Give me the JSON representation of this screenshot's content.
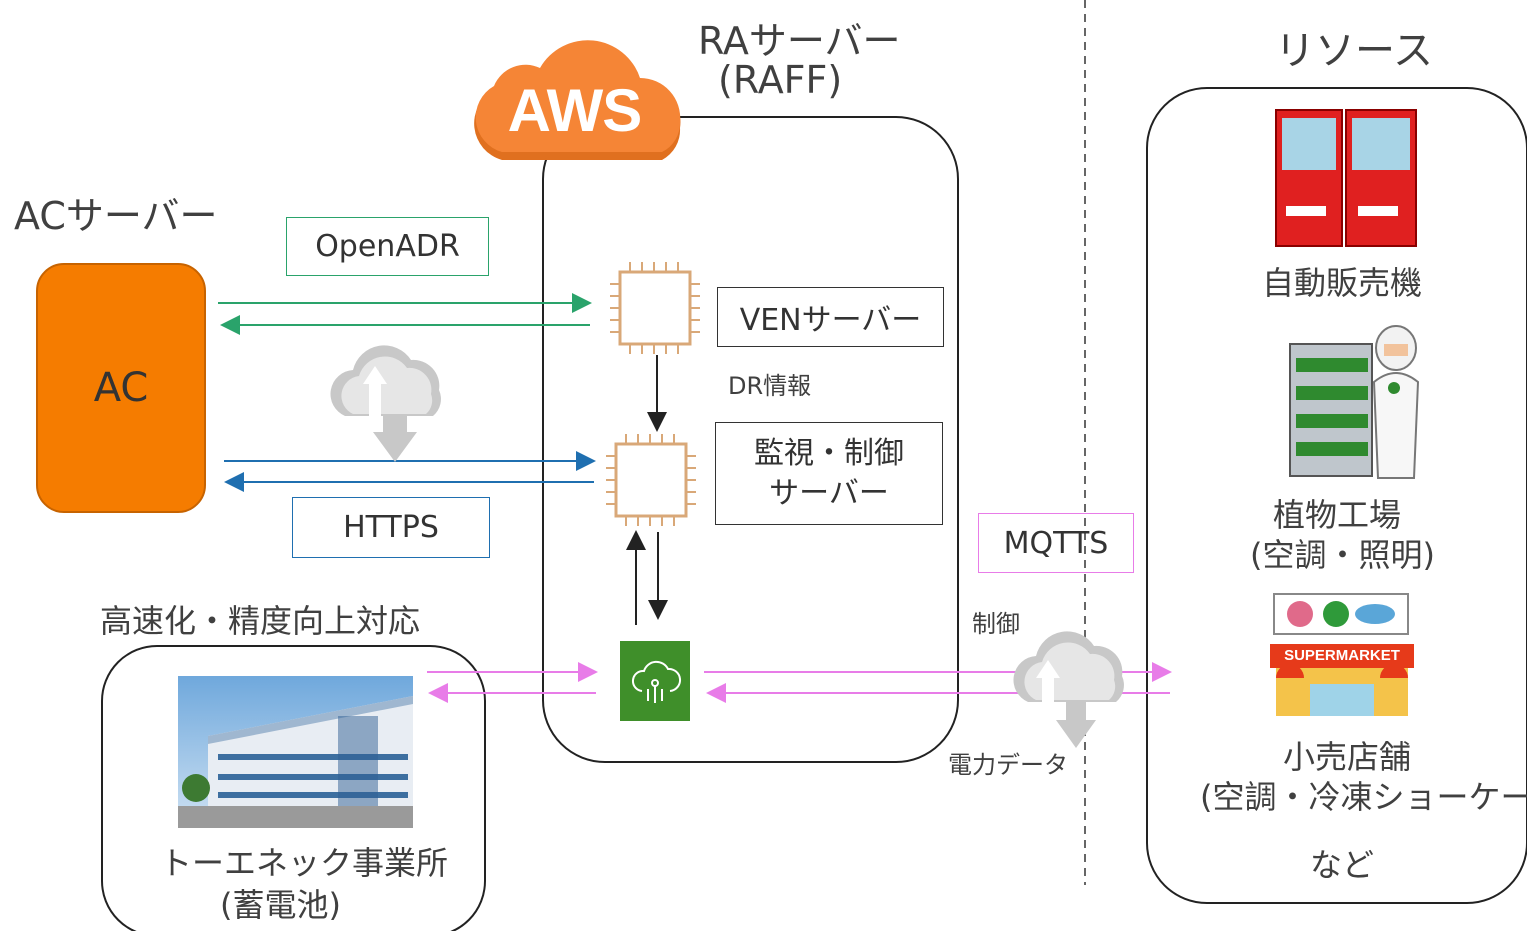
{
  "aws": {
    "logo_text": "AWS"
  },
  "ra_server": {
    "title_line1": "RAサーバー",
    "title_line2": "(RAFF)"
  },
  "ac_server": {
    "title": "ACサーバー",
    "box_label": "AC"
  },
  "resources": {
    "title": "リソース",
    "items": [
      {
        "label_line1": "自動販売機"
      },
      {
        "label_line1": "植物工場",
        "label_line2": "(空調・照明)"
      },
      {
        "label_line1": "小売店舗",
        "label_line2": "(空調・冷凍ショーケース)",
        "sign_text": "SUPERMARKET"
      }
    ],
    "etc": "など"
  },
  "protocols": {
    "openadr": "OpenADR",
    "https": "HTTPS",
    "mqtts": "MQTTS"
  },
  "components": {
    "ven_server": "VENサーバー",
    "monitor_line1": "監視・制御",
    "monitor_line2": "サーバー"
  },
  "flows": {
    "dr_info": "DR情報",
    "control": "制御",
    "power_data": "電力データ"
  },
  "site": {
    "heading": "高速化・精度向上対応",
    "name_line1": "トーエネック事業所",
    "name_line2": "(蓄電池)"
  },
  "colors": {
    "aws_orange": "#f58536",
    "ac_orange": "#f57c00",
    "openadr_green": "#2aa36b",
    "https_blue": "#1f6fb0",
    "mqtts_pink": "#e87ce8",
    "iot_green": "#3f8f2a",
    "chip_tan": "#d9a878"
  }
}
